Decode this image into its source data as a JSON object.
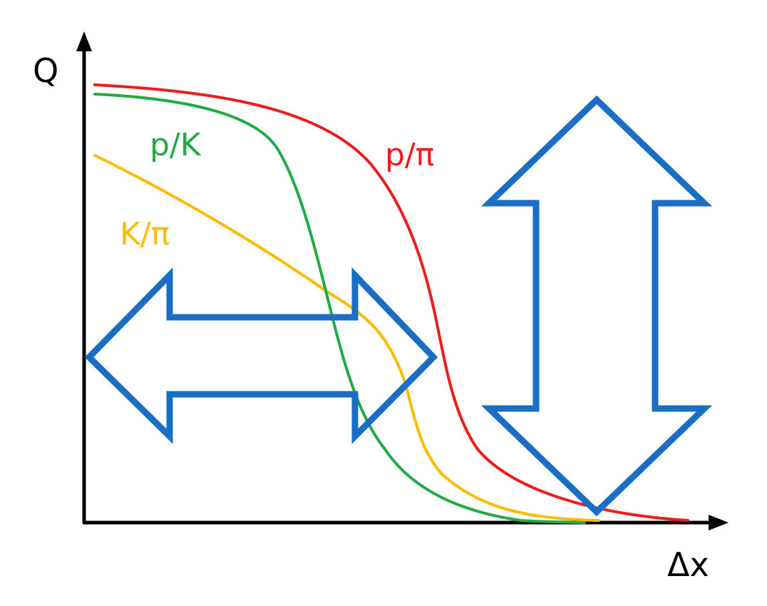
{
  "axes": {
    "y_label": "Q",
    "x_label": "Δx"
  },
  "curves": [
    {
      "id": "p-pi",
      "label": "p/π",
      "color": "#ee1c1c"
    },
    {
      "id": "p-k",
      "label": "p/K",
      "color": "#22aa44"
    },
    {
      "id": "k-pi",
      "label": "K/π",
      "color": "#ffbb00"
    }
  ],
  "arrows": {
    "color": "#1a6ec4",
    "horizontal": "double-headed-horizontal",
    "vertical": "double-headed-vertical"
  }
}
